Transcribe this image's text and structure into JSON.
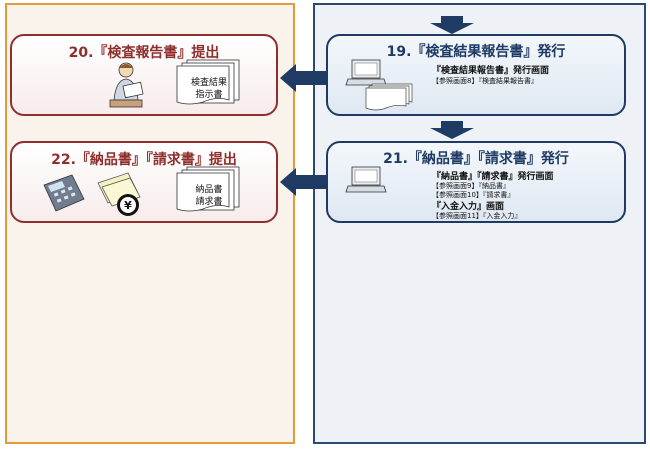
{
  "left_box_top": {
    "title": "20.『検査報告書』提出",
    "doc_label": [
      "検査結果",
      "指示書"
    ]
  },
  "left_box_bottom": {
    "title": "22.『納品書』『請求書』提出",
    "doc_label": [
      "納品書",
      "請求書"
    ]
  },
  "right_box_top": {
    "title": "19.『検査結果報告書』発行",
    "screen": "『検査結果報告書』発行画面",
    "ref": "【参照画面8】『検査結果報告書』"
  },
  "right_box_bottom": {
    "title": "21.『納品書』『請求書』発行",
    "screen1": "『納品書』『請求書』発行画面",
    "ref1": "【参照画面9】『納品書』",
    "ref2": "【参照画面10】『請求書』",
    "screen2": "『入金入力』画面",
    "ref3": "【参照画面11】『入金入力』"
  },
  "icons": {
    "laptop": "laptop-icon",
    "documents": "document-stack-icon",
    "person": "person-holding-paper-icon",
    "calculator": "calculator-icon",
    "money": "yen-coin-money-icon",
    "arrow_down": "arrow-down-icon",
    "arrow_left": "arrow-left-icon"
  },
  "colors": {
    "lane_left_border": "#e39a3b",
    "lane_right_border": "#2b4a73",
    "red": "#8e2f2c",
    "navy": "#1f3b63"
  }
}
